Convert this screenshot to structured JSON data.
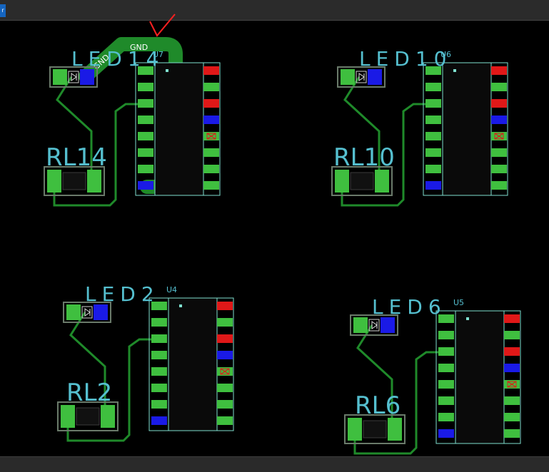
{
  "toolbar": {
    "button_glyph": "r"
  },
  "net_label": "GND",
  "groups": [
    {
      "id": "g1",
      "led": "LED14",
      "chip": "U7",
      "resistor": "RL14"
    },
    {
      "id": "g2",
      "led": "LED10",
      "chip": "U6",
      "resistor": "RL10"
    },
    {
      "id": "g3",
      "led": "LED2",
      "chip": "U4",
      "resistor": "RL2"
    },
    {
      "id": "g4",
      "led": "LED6",
      "chip": "U5",
      "resistor": "RL6"
    }
  ],
  "colors": {
    "background": "#000000",
    "trace": "#1f8a2a",
    "pad": "#3fbf3f",
    "pad_red": "#e01818",
    "pad_blue": "#1a1ae6",
    "silkscreen": "#7fe0cf",
    "designator": "#55bfcf",
    "annotation": "#ff2020"
  }
}
